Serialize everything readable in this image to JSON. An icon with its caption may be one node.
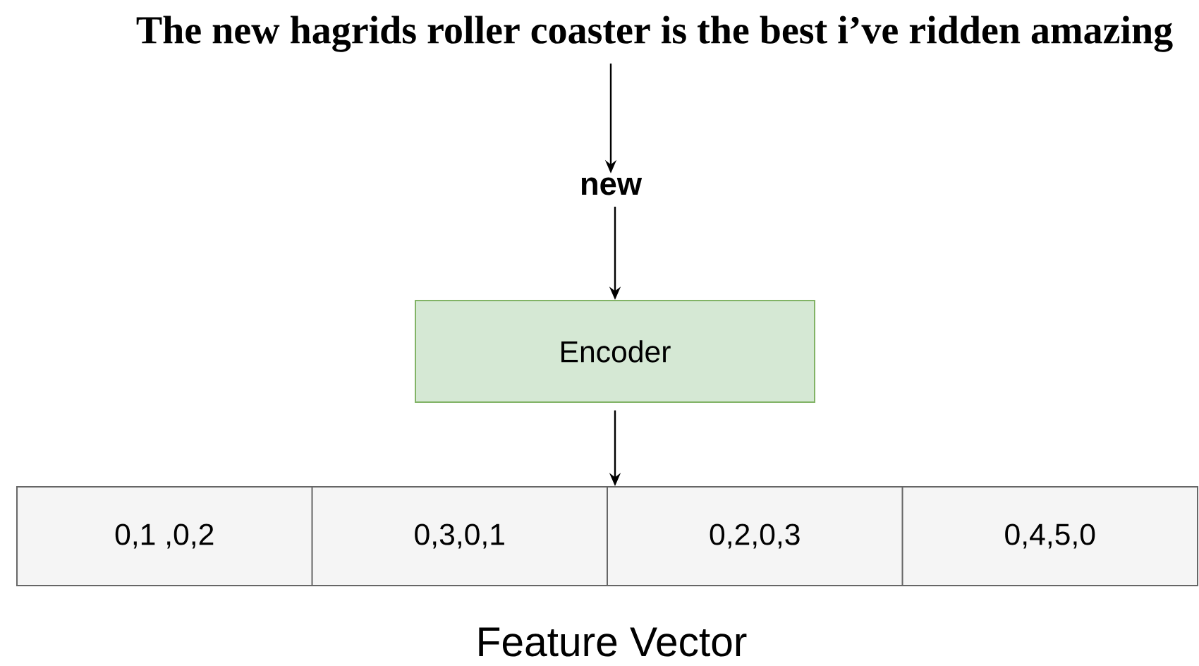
{
  "diagram": {
    "nodes": [
      {
        "text": [
          "The new hagrids roller coaster is the best i’ve ridden amazing"
        ]
      },
      {
        "text": [
          "new"
        ]
      },
      {
        "text": [
          "Encoder"
        ]
      },
      {
        "text": [
          "Feature Vector"
        ]
      },
      {
        "text": [
          "0,1 ,0,2"
        ],
        "in": 3
      },
      {
        "text": [
          "0,3,0,1"
        ],
        "in": 3
      },
      {
        "text": [
          "0,2,0,3"
        ],
        "in": 3
      },
      {
        "text": [
          "0,4,5,0"
        ],
        "in": 3
      }
    ],
    "edges": [
      {
        "from": 0,
        "to": 1,
        "arrow": "to"
      },
      {
        "from": 1,
        "to": 2,
        "arrow": "to"
      },
      {
        "from": 2,
        "to": 3,
        "arrow": "to"
      }
    ]
  }
}
